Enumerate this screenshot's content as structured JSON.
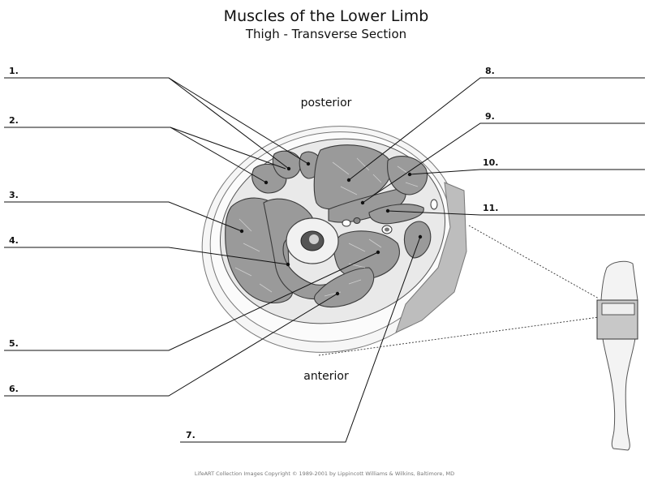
{
  "title": "Muscles of the Lower Limb",
  "subtitle": "Thigh - Transverse Section",
  "orientation": {
    "posterior": "posterior",
    "anterior": "anterior"
  },
  "labels": [
    "1.",
    "2.",
    "3.",
    "4.",
    "5.",
    "6.",
    "7.",
    "8.",
    "9.",
    "10.",
    "11."
  ],
  "copyright": "LifeART Collection Images Copyright © 1989-2001 by Lippincott Williams & Wilkins, Baltimore, MD"
}
